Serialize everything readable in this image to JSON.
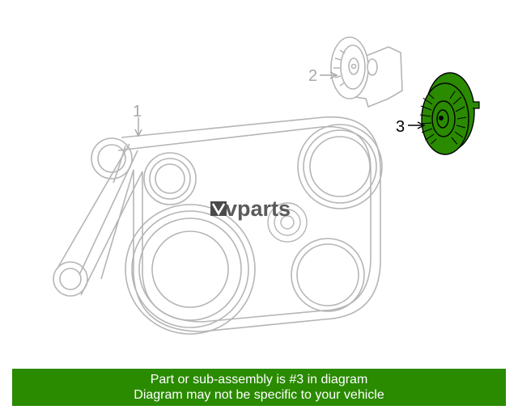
{
  "diagram": {
    "callouts": [
      {
        "number": "1",
        "part": "serpentine belt"
      },
      {
        "number": "2",
        "part": "tensioner assembly"
      },
      {
        "number": "3",
        "part": "idler pulley (highlighted)"
      }
    ],
    "highlight_color": "#2a8a00",
    "line_color": "#b5b5b5"
  },
  "watermark": {
    "logo_icon": "vparts-logo-icon",
    "text": "vparts"
  },
  "footer": {
    "line1": "Part or sub-assembly is #3 in diagram",
    "line2": "Diagram may not be specific to your vehicle",
    "background": "#2a8a00"
  }
}
